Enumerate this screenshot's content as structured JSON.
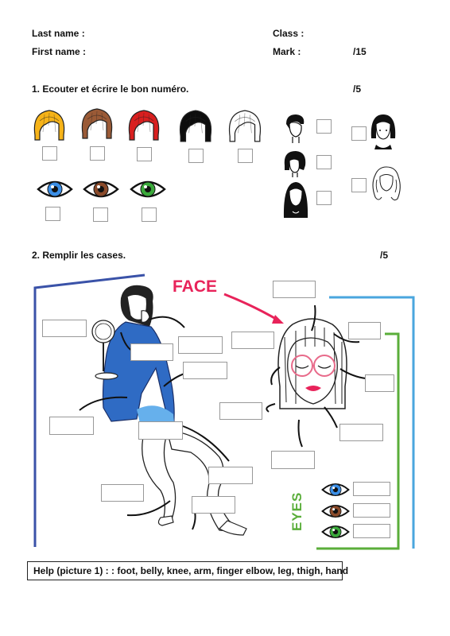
{
  "header": {
    "last_name_label": "Last name :",
    "first_name_label": "First name :",
    "class_label": "Class :",
    "mark_label": "Mark :",
    "mark_total": "/15"
  },
  "exercise1": {
    "title": "1. Ecouter et écrire le bon numéro.",
    "score": "/5",
    "hair_colors": [
      "#f6b318",
      "#9a5a36",
      "#d81f1f",
      "#0d0d0d",
      "#ffffff"
    ],
    "eye_colors": [
      "#3a8ee6",
      "#8a4a2a",
      "#3aa83a"
    ]
  },
  "exercise2": {
    "title": "2. Remplir les cases.",
    "score": "/5",
    "face_label": "FACE",
    "eyes_label": "EYES",
    "colors": {
      "face_accent": "#e8235a",
      "frame_blue": "#3a52a8",
      "frame_light_blue": "#4aa6de",
      "frame_green": "#5aae3a"
    }
  },
  "help": {
    "text": "Help (picture 1) :  : foot, belly, knee, arm, finger elbow, leg, thigh, hand"
  }
}
